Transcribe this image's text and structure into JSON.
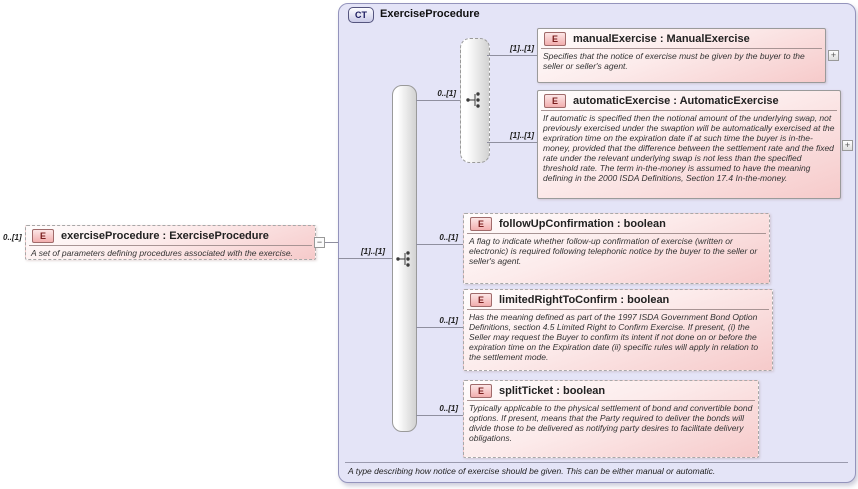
{
  "ct": {
    "badge": "CT",
    "title": "ExerciseProcedure",
    "footer_annotation": "A type describing how notice of exercise should be given. This can be either manual or automatic."
  },
  "root": {
    "cardinality": "0..[1]",
    "badge": "E",
    "name": "exerciseProcedure : ExerciseProcedure",
    "annotation": "A set of parameters defining procedures associated with the exercise."
  },
  "sequence": {
    "type": "sequence",
    "cardinality": "[1]..[1]"
  },
  "choice": {
    "type": "choice",
    "cardinality": "0..[1]"
  },
  "children": [
    {
      "badge": "E",
      "name": "manualExercise : ManualExercise",
      "cardinality": "[1]..[1]",
      "annotation": "Specifies that the notice of exercise must be given by the buyer to the seller or seller's agent."
    },
    {
      "badge": "E",
      "name": "automaticExercise : AutomaticExercise",
      "cardinality": "[1]..[1]",
      "annotation": "If automatic is specified then the notional amount of the underlying swap, not previously exercised under the swaption will be automatically exercised at the expriration time on the expiration date if at such time the buyer is in-the-money, provided that the difference between the settlement rate and the fixed rate under the relevant underlying swap is not less than the specified threshold rate. The term in-the-money is assumed to have the meaning defining in the 2000 ISDA Definitions, Section 17.4 In-the-money."
    },
    {
      "badge": "E",
      "name": "followUpConfirmation : boolean",
      "cardinality": "0..[1]",
      "annotation": "A flag to indicate whether follow-up confirmation of exercise (written or electronic) is required following telephonic notice by the buyer to the seller or seller's agent."
    },
    {
      "badge": "E",
      "name": "limitedRightToConfirm : boolean",
      "cardinality": "0..[1]",
      "annotation": "Has the meaning defined as part of the 1997 ISDA Government Bond Option Definitions, section 4.5 Limited Right to Confirm Exercise. If present, (i) the Seller may request the Buyer to confirm its intent if not done on or before the expiration time on the Expiration date (ii) specific rules will apply in relation to the settlement mode."
    },
    {
      "badge": "E",
      "name": "splitTicket : boolean",
      "cardinality": "0..[1]",
      "annotation": "Typically applicable to the physical settlement of bond and convertible bond options. If present, means that the Party required to deliver the bonds will divide those to be delivered as notifying party desires to facilitate delivery obligations."
    }
  ],
  "icons": {
    "expand": "+",
    "collapse": "−"
  },
  "colors": {
    "ct_fill": "#e4e4f7",
    "ct_border": "#9494bc",
    "element_pink": "#f6caca",
    "element_border": "#9a9a9a",
    "badge_red": "#7a1f1f",
    "line": "#8f8f9f"
  }
}
